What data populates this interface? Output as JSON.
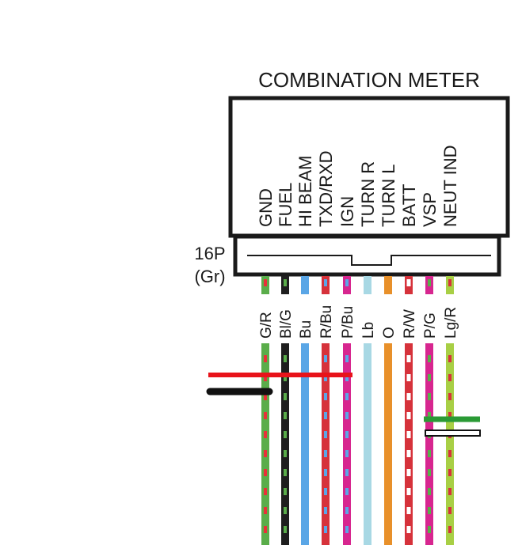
{
  "title": "COMBINATION METER",
  "connector": {
    "pins": "16P",
    "color": "(Gr)"
  },
  "wires": [
    {
      "id": "gnd",
      "function": "GND",
      "color_code": "G/R",
      "base": "#5aad4a",
      "stripe": "#e8313a",
      "stripe_style": "dash"
    },
    {
      "id": "fuel",
      "function": "FUEL",
      "color_code": "Bl/G",
      "base": "#1e1e1e",
      "stripe": "#5aad4a",
      "stripe_style": "dash"
    },
    {
      "id": "hibeam",
      "function": "HI BEAM",
      "color_code": "Bu",
      "base": "#5aa6e6",
      "stripe": null,
      "stripe_style": "none"
    },
    {
      "id": "txd",
      "function": "TXD/RXD",
      "color_code": "R/Bu",
      "base": "#d6323b",
      "stripe": "#5aa6e6",
      "stripe_style": "dash"
    },
    {
      "id": "ign",
      "function": "IGN",
      "color_code": "P/Bu",
      "base": "#d7268f",
      "stripe": "#5aa6e6",
      "stripe_style": "dash"
    },
    {
      "id": "turnr",
      "function": "TURN R",
      "color_code": "Lb",
      "base": "#a8d8e4",
      "stripe": null,
      "stripe_style": "none"
    },
    {
      "id": "turnl",
      "function": "TURN L",
      "color_code": "O",
      "base": "#e8902a",
      "stripe": null,
      "stripe_style": "none"
    },
    {
      "id": "batt",
      "function": "BATT",
      "color_code": "R/W",
      "base": "#d6323b",
      "stripe": "#ffffff",
      "stripe_style": "dash"
    },
    {
      "id": "vsp",
      "function": "VSP",
      "color_code": "P/G",
      "base": "#d7268f",
      "stripe": "#5aad4a",
      "stripe_style": "dash"
    },
    {
      "id": "neut",
      "function": "NEUT IND",
      "color_code": "Lg/R",
      "base": "#a8cf45",
      "stripe": "#d6323b",
      "stripe_style": "dash"
    }
  ],
  "colors": {
    "outline": "#1a1a1a",
    "bus_red": "#e8131a",
    "bus_black": "#111111",
    "bus_green": "#2a9a35"
  }
}
